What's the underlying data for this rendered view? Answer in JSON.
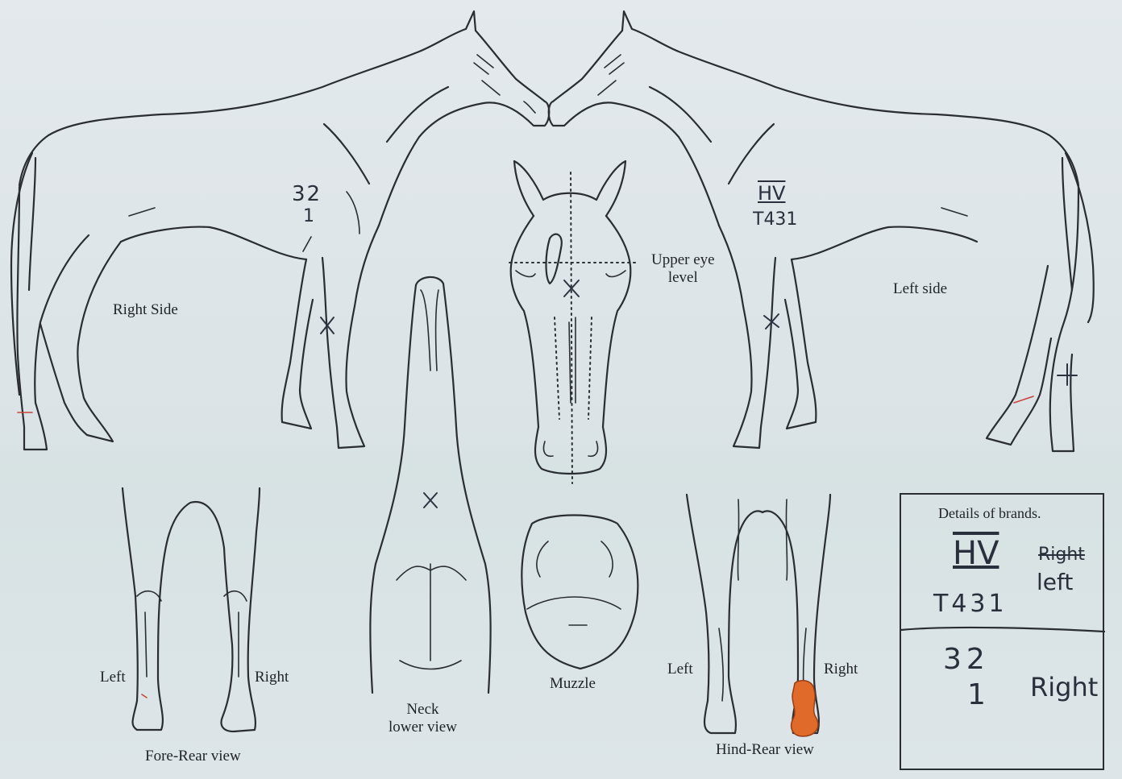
{
  "labels": {
    "right_side": "Right Side",
    "left_side": "Left side",
    "upper_eye_level_1": "Upper eye",
    "upper_eye_level_2": "level",
    "neck_1": "Neck",
    "neck_2": "lower view",
    "muzzle": "Muzzle",
    "fore_left": "Left",
    "fore_right": "Right",
    "fore_rear_view": "Fore-Rear view",
    "hind_left": "Left",
    "hind_right": "Right",
    "hind_rear_view": "Hind-Rear view"
  },
  "handwritten": {
    "right_side_mark_top": "32",
    "right_side_mark_bottom": "1",
    "left_side_mark_top": "HV",
    "left_side_mark_bottom": "T431"
  },
  "brands_box": {
    "title": "Details of brands.",
    "entries": [
      {
        "brand_top": "HV",
        "brand_bottom": "T431",
        "side_struck": "Right",
        "side": "left"
      },
      {
        "brand_top": "32",
        "brand_bottom": "1",
        "side": "Right"
      }
    ]
  },
  "colors": {
    "paper": "#dfe6ea",
    "ink": "#2a2e33",
    "marking_orange": "#e06a2a",
    "scar_red": "#c8463a"
  }
}
